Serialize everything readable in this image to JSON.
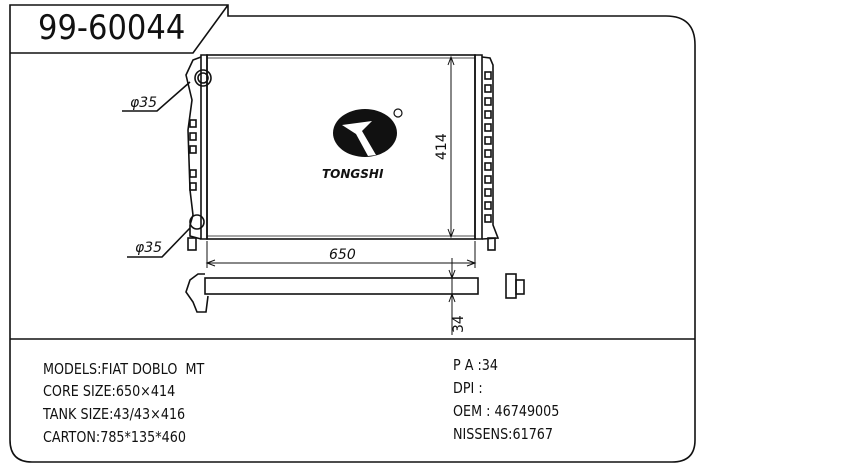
{
  "part_number": "99-60044",
  "dimensions": {
    "inlet_diameter_top": "φ35",
    "inlet_diameter_bottom": "φ35",
    "core_width": "650",
    "core_height": "414",
    "core_thickness": "34"
  },
  "logo": {
    "brand": "TONGSHI",
    "registered_mark": "®"
  },
  "specs_left": [
    "MODELS:FIAT DOBLO  MT",
    "CORE SIZE:650×414",
    "TANK SIZE:43/43×416",
    "CARTON:785*135*460"
  ],
  "specs_right": [
    "P A :34",
    "DPI :",
    "OEM : 46749005",
    "NISSENS:61767"
  ]
}
